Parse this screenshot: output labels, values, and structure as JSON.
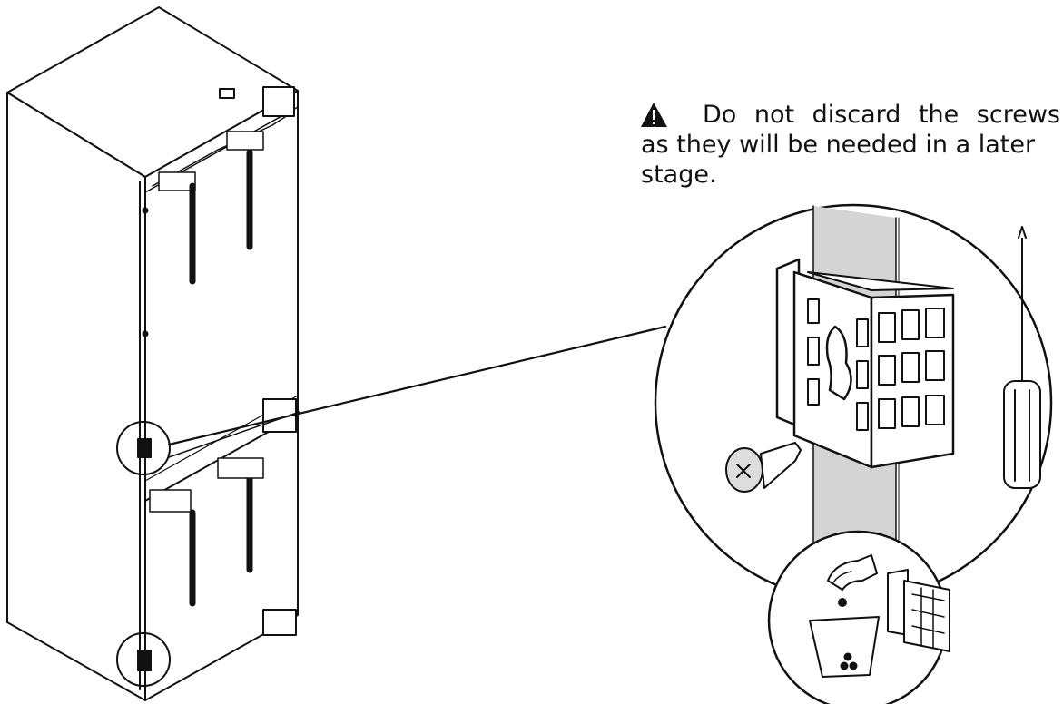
{
  "note": {
    "icon": "warning-triangle-icon",
    "line1": "Do not discard the screws",
    "line2": "as they will be needed in a later",
    "line3": "stage."
  },
  "colors": {
    "ink": "#111111",
    "panel": "#d4d4d4",
    "bg": "#ffffff"
  },
  "icons": [
    "screw-icon",
    "screwdriver-icon",
    "hand-icon",
    "bin-icon",
    "cover-bracket-icon"
  ]
}
